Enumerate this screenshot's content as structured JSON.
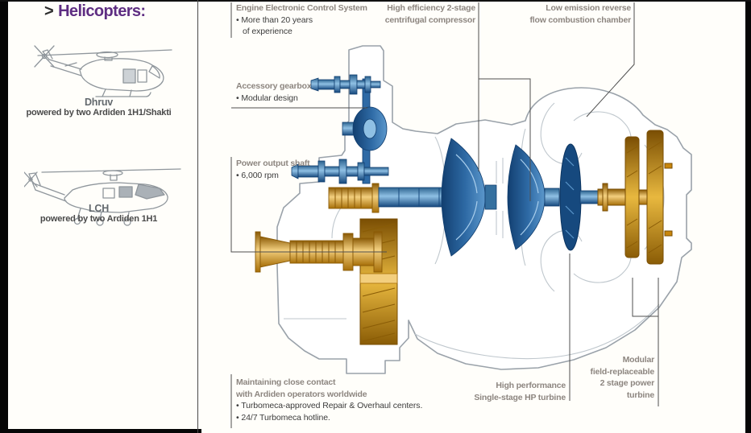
{
  "sidebar": {
    "heading": {
      "marker": ">",
      "text": "Helicopters:"
    },
    "helicopters": [
      {
        "name": "Dhruv",
        "caption": "powered by two Ardiden 1H1/Shakti"
      },
      {
        "name": "LCH",
        "caption": "powered by two Ardiden 1H1"
      }
    ]
  },
  "diagram": {
    "labels": {
      "eecs": {
        "title": "Engine Electronic Control System",
        "lines": [
          "• More than 20 years",
          "of experience"
        ]
      },
      "compressor": {
        "lines": [
          "High efficiency 2-stage",
          "centrifugal compressor"
        ]
      },
      "combustor": {
        "lines": [
          "Low emission reverse",
          "flow combustion chamber"
        ]
      },
      "gearbox": {
        "title": "Accessory gearbox",
        "lines": [
          "• Modular design"
        ]
      },
      "output_shaft": {
        "title": "Power output shaft",
        "lines": [
          "• 6,000 rpm"
        ]
      },
      "support": {
        "title_lines": [
          "Maintaining close contact",
          "with Ardiden operators worldwide"
        ],
        "lines": [
          "• Turbomeca-approved Repair & Overhaul centers.",
          "• 24/7 Turbomeca hotline."
        ]
      },
      "hp_turbine": {
        "lines": [
          "High performance",
          "Single-stage HP turbine"
        ]
      },
      "power_turbine": {
        "lines": [
          "Modular",
          "field-replaceable",
          "2 stage power",
          "turbine"
        ]
      }
    },
    "colors": {
      "accent_purple": "#5e2d82",
      "label_taupe": "#8d8680",
      "compressor_blue": "#2e6aa5",
      "turbine_gold": "#d99b1b"
    }
  }
}
